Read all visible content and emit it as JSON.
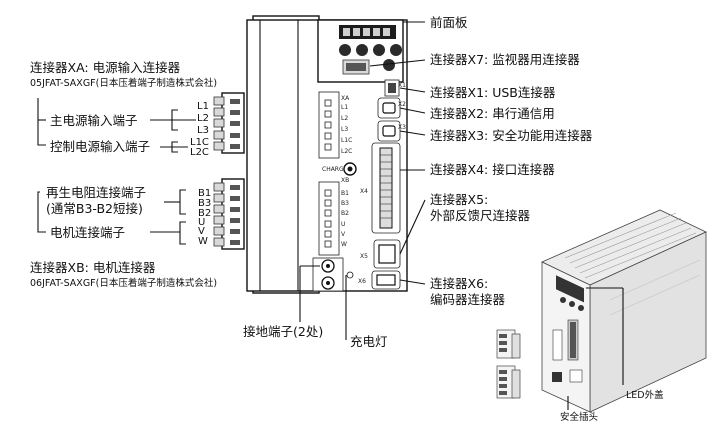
{
  "labels": {
    "front_panel": "前面板",
    "x7": "连接器X7: 监视器用连接器",
    "x1": "连接器X1: USB连接器",
    "x2": "连接器X2: 串行通信用",
    "x3": "连接器X3: 安全功能用连接器",
    "x4": "连接器X4: 接口连接器",
    "x5_line1": "连接器X5:",
    "x5_line2": "外部反馈尺连接器",
    "x6_line1": "连接器X6:",
    "x6_line2": "编码器连接器",
    "xa_title": "连接器XA: 电源输入连接器",
    "xa_part": "05JFAT-SAXGF(日本压着端子制造株式会社)",
    "main_power": "主电源输入端子",
    "ctrl_power": "控制电源输入端子",
    "regen_line1": "再生电阻连接端子",
    "regen_line2": "(通常B3-B2短接)",
    "motor_terminal": "电机连接端子",
    "xb_title": "连接器XB: 电机连接器",
    "xb_part": "06JFAT-SAXGF(日本压着端子制造株式会社)",
    "ground": "接地端子(2处)",
    "charge_lamp": "充电灯",
    "led_cover": "LED外盖",
    "safety_plug": "安全插头"
  },
  "pins": {
    "xa": [
      "L1",
      "L2",
      "L3",
      "L1C",
      "L2C"
    ],
    "xb": [
      "B1",
      "B3",
      "B2",
      "U",
      "V",
      "W"
    ]
  },
  "device_marks": {
    "xa": "XA",
    "xb": "XB",
    "charge": "CHARGE",
    "x1": "X1",
    "x2": "X2",
    "x3": "X3",
    "x4": "X4",
    "x5": "X5",
    "x6": "X6",
    "xa_pins": [
      "L1",
      "L2",
      "L3",
      "L1C",
      "L2C"
    ],
    "xb_pins": [
      "B1",
      "B3",
      "B2",
      "U",
      "V",
      "W"
    ]
  }
}
